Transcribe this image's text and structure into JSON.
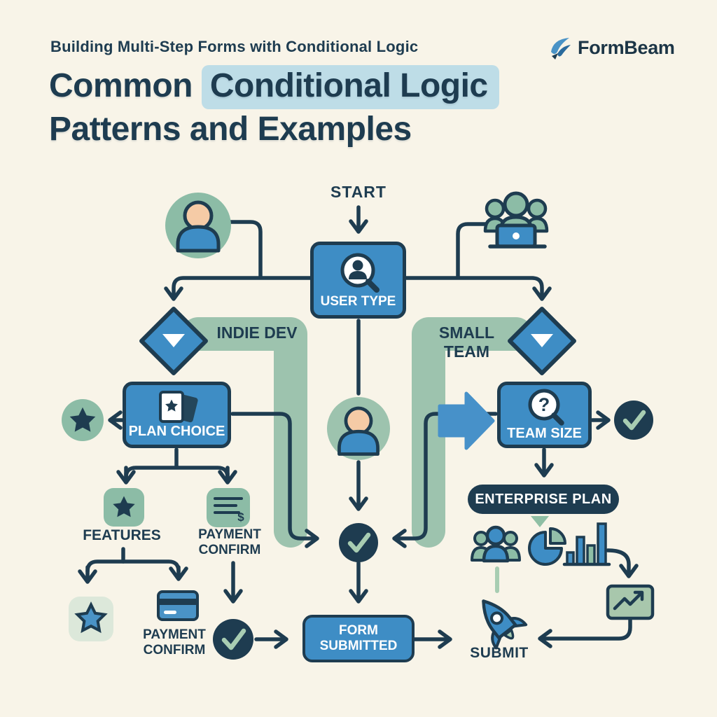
{
  "header": {
    "eyebrow": "Building Multi-Step Forms with Conditional Logic",
    "title_lead": "Common",
    "title_highlight": "Conditional Logic",
    "title_rest": "Patterns and Examples",
    "brand_name": "FormBeam"
  },
  "flowchart": {
    "start_label": "START",
    "branches": {
      "left_label": "INDIE DEV",
      "right_label": "SMALL TEAM"
    },
    "nodes": {
      "user_type_label": "USER TYPE",
      "plan_choice_label": "PLAN CHOICE",
      "team_size_label": "TEAM SIZE",
      "enterprise_plan_label": "ENTERPRISE PLAN",
      "form_submitted_label": "FORM SUBMITTED"
    },
    "sub_labels": {
      "features": "FEATURES",
      "payment_confirm_upper": "PAYMENT CONFIRM",
      "payment_confirm_lower": "PAYMENT CONFIRM",
      "submit": "SUBMIT"
    },
    "icon_glyphs": {
      "team_size_question": "?",
      "invoice_dollar": "$"
    },
    "icons": [
      "user-avatar-icon",
      "team-laptop-icon",
      "user-search-icon",
      "decision-diamond-icon",
      "star-badge-icon",
      "plan-cards-icon",
      "question-search-icon",
      "check-circle-icon",
      "features-star-icon",
      "invoice-icon",
      "single-user-icon",
      "star-tile-icon",
      "credit-card-icon",
      "people-group-icon",
      "pie-chart-icon",
      "bar-chart-icon",
      "trend-chart-icon",
      "rocket-icon",
      "brand-leaf-icon"
    ]
  },
  "colors": {
    "background": "#f8f4e8",
    "ink_navy": "#1e3c50",
    "node_blue": "#3e8dc5",
    "band_green": "#9dc3ae",
    "icon_green": "#8cbca6",
    "pale_green_tile": "#dce8da",
    "title_highlight_blue": "#bedde7",
    "check_green": "#a8cdb2",
    "skin_tone": "#f5cba6"
  }
}
